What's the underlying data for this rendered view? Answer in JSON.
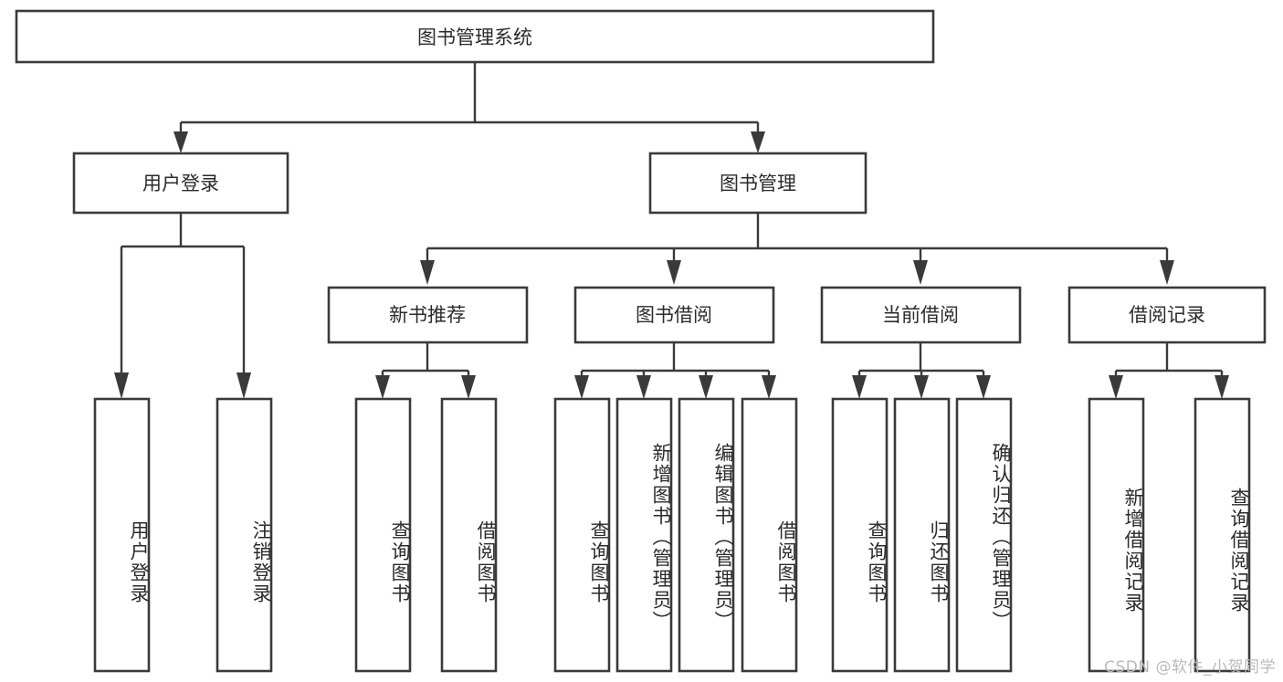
{
  "diagram": {
    "title": "图书管理系统",
    "type": "tree",
    "orientation": "top-down",
    "colors": {
      "background": "#ffffff",
      "box_stroke": "#3a3a3a",
      "box_fill": "#ffffff",
      "text": "#2b2b2b",
      "watermark": "#b9b9b9"
    },
    "root": {
      "label": "图书管理系统"
    },
    "level2": [
      {
        "label": "用户登录"
      },
      {
        "label": "图书管理"
      }
    ],
    "level3": [
      {
        "label": "新书推荐"
      },
      {
        "label": "图书借阅"
      },
      {
        "label": "当前借阅"
      },
      {
        "label": "借阅记录"
      }
    ],
    "leaves": {
      "user_login": [
        {
          "label": "用户登录"
        },
        {
          "label": "注销登录"
        }
      ],
      "new_book": [
        {
          "label": "查询图书"
        },
        {
          "label": "借阅图书"
        }
      ],
      "book_borrow": [
        {
          "label": "查询图书"
        },
        {
          "label": "新增图书（管理员）"
        },
        {
          "label": "编辑图书（管理员）"
        },
        {
          "label": "借阅图书"
        }
      ],
      "current_borrow": [
        {
          "label": "查询图书"
        },
        {
          "label": "归还图书"
        },
        {
          "label": "确认归还（管理员）"
        }
      ],
      "borrow_record": [
        {
          "label": "新增借阅记录"
        },
        {
          "label": "查询借阅记录"
        }
      ]
    }
  },
  "watermark": {
    "text": "CSDN @软件_小贺同学"
  }
}
